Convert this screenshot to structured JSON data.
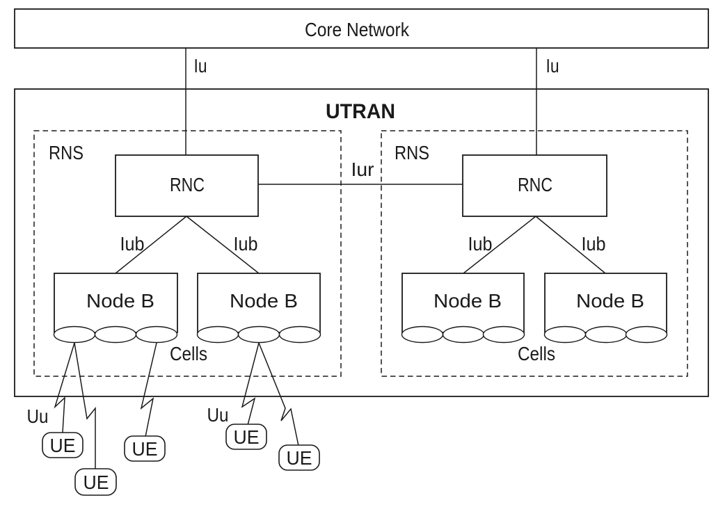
{
  "core_network": {
    "label": "Core Network"
  },
  "utran": {
    "label": "UTRAN",
    "rns": [
      {
        "label": "RNS",
        "rnc_label": "RNC",
        "iub": [
          "Iub",
          "Iub"
        ],
        "node_b": [
          "Node B",
          "Node B"
        ],
        "cells_label": "Cells"
      },
      {
        "label": "RNS",
        "rnc_label": "RNC",
        "iub": [
          "Iub",
          "Iub"
        ],
        "node_b": [
          "Node B",
          "Node B"
        ],
        "cells_label": "Cells"
      }
    ]
  },
  "interfaces": {
    "iu": [
      "Iu",
      "Iu"
    ],
    "iur_label": "Iur",
    "uu": [
      "Uu",
      "Uu"
    ]
  },
  "ue": [
    "UE",
    "UE",
    "UE",
    "UE",
    "UE"
  ],
  "colors": {
    "line": "#1a1a1a",
    "background": "#ffffff"
  }
}
